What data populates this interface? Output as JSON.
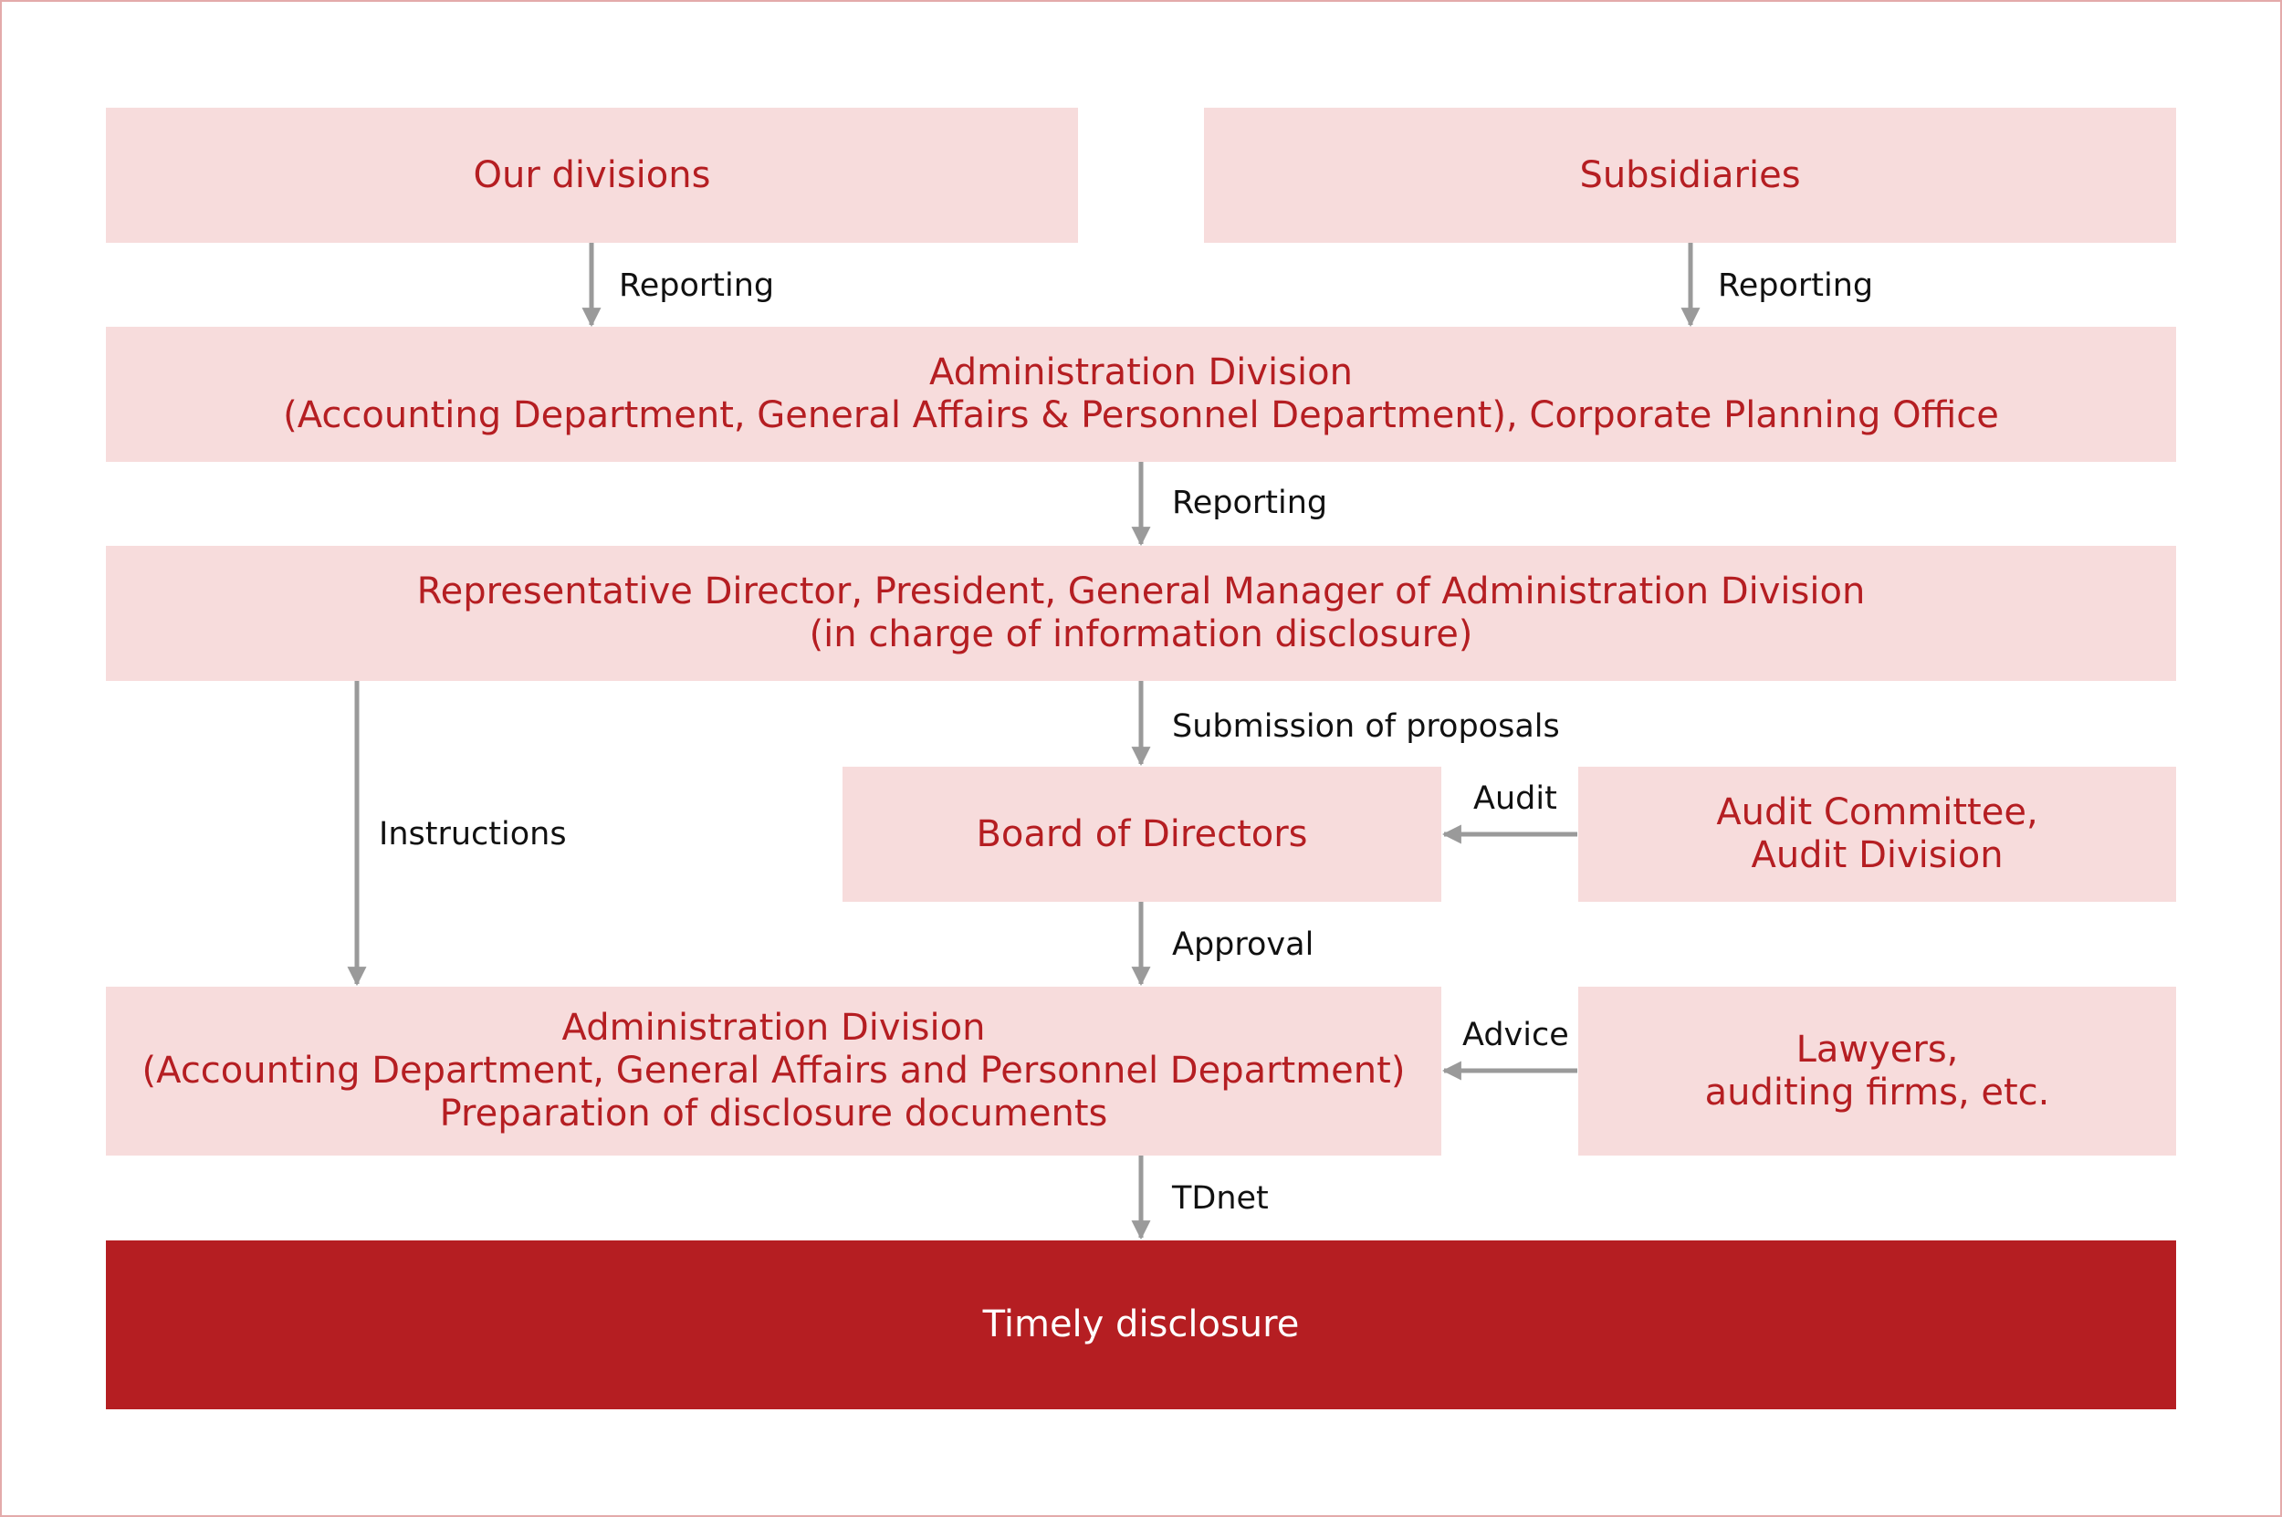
{
  "colors": {
    "box_fill": "#f7dcdc",
    "box_text": "#b51e22",
    "final_fill": "#b51e22",
    "final_text": "#ffffff",
    "arrow": "#9a9a9a",
    "frame": "#e3aaaa"
  },
  "nodes": {
    "our_divisions": {
      "lines": [
        "Our divisions"
      ]
    },
    "subsidiaries": {
      "lines": [
        "Subsidiaries"
      ]
    },
    "admin_division_top": {
      "lines": [
        "Administration Division",
        "(Accounting Department, General Affairs & Personnel Department), Corporate Planning Office"
      ]
    },
    "representative_director": {
      "lines": [
        "Representative Director, President, General Manager of Administration Division",
        "(in charge of information disclosure)"
      ]
    },
    "board_of_directors": {
      "lines": [
        "Board of Directors"
      ]
    },
    "audit_committee": {
      "lines": [
        "Audit Committee,",
        "Audit Division"
      ]
    },
    "admin_division_bottom": {
      "lines": [
        "Administration Division",
        "(Accounting Department, General Affairs and Personnel Department)",
        "Preparation of disclosure documents"
      ]
    },
    "lawyers": {
      "lines": [
        "Lawyers,",
        "auditing firms, etc."
      ]
    },
    "timely_disclosure": {
      "lines": [
        "Timely disclosure"
      ]
    }
  },
  "edges": {
    "reporting_left": "Reporting",
    "reporting_right": "Reporting",
    "reporting_center": "Reporting",
    "instructions": "Instructions",
    "submission": "Submission of proposals",
    "audit": "Audit",
    "approval": "Approval",
    "advice": "Advice",
    "tdnet": "TDnet"
  }
}
